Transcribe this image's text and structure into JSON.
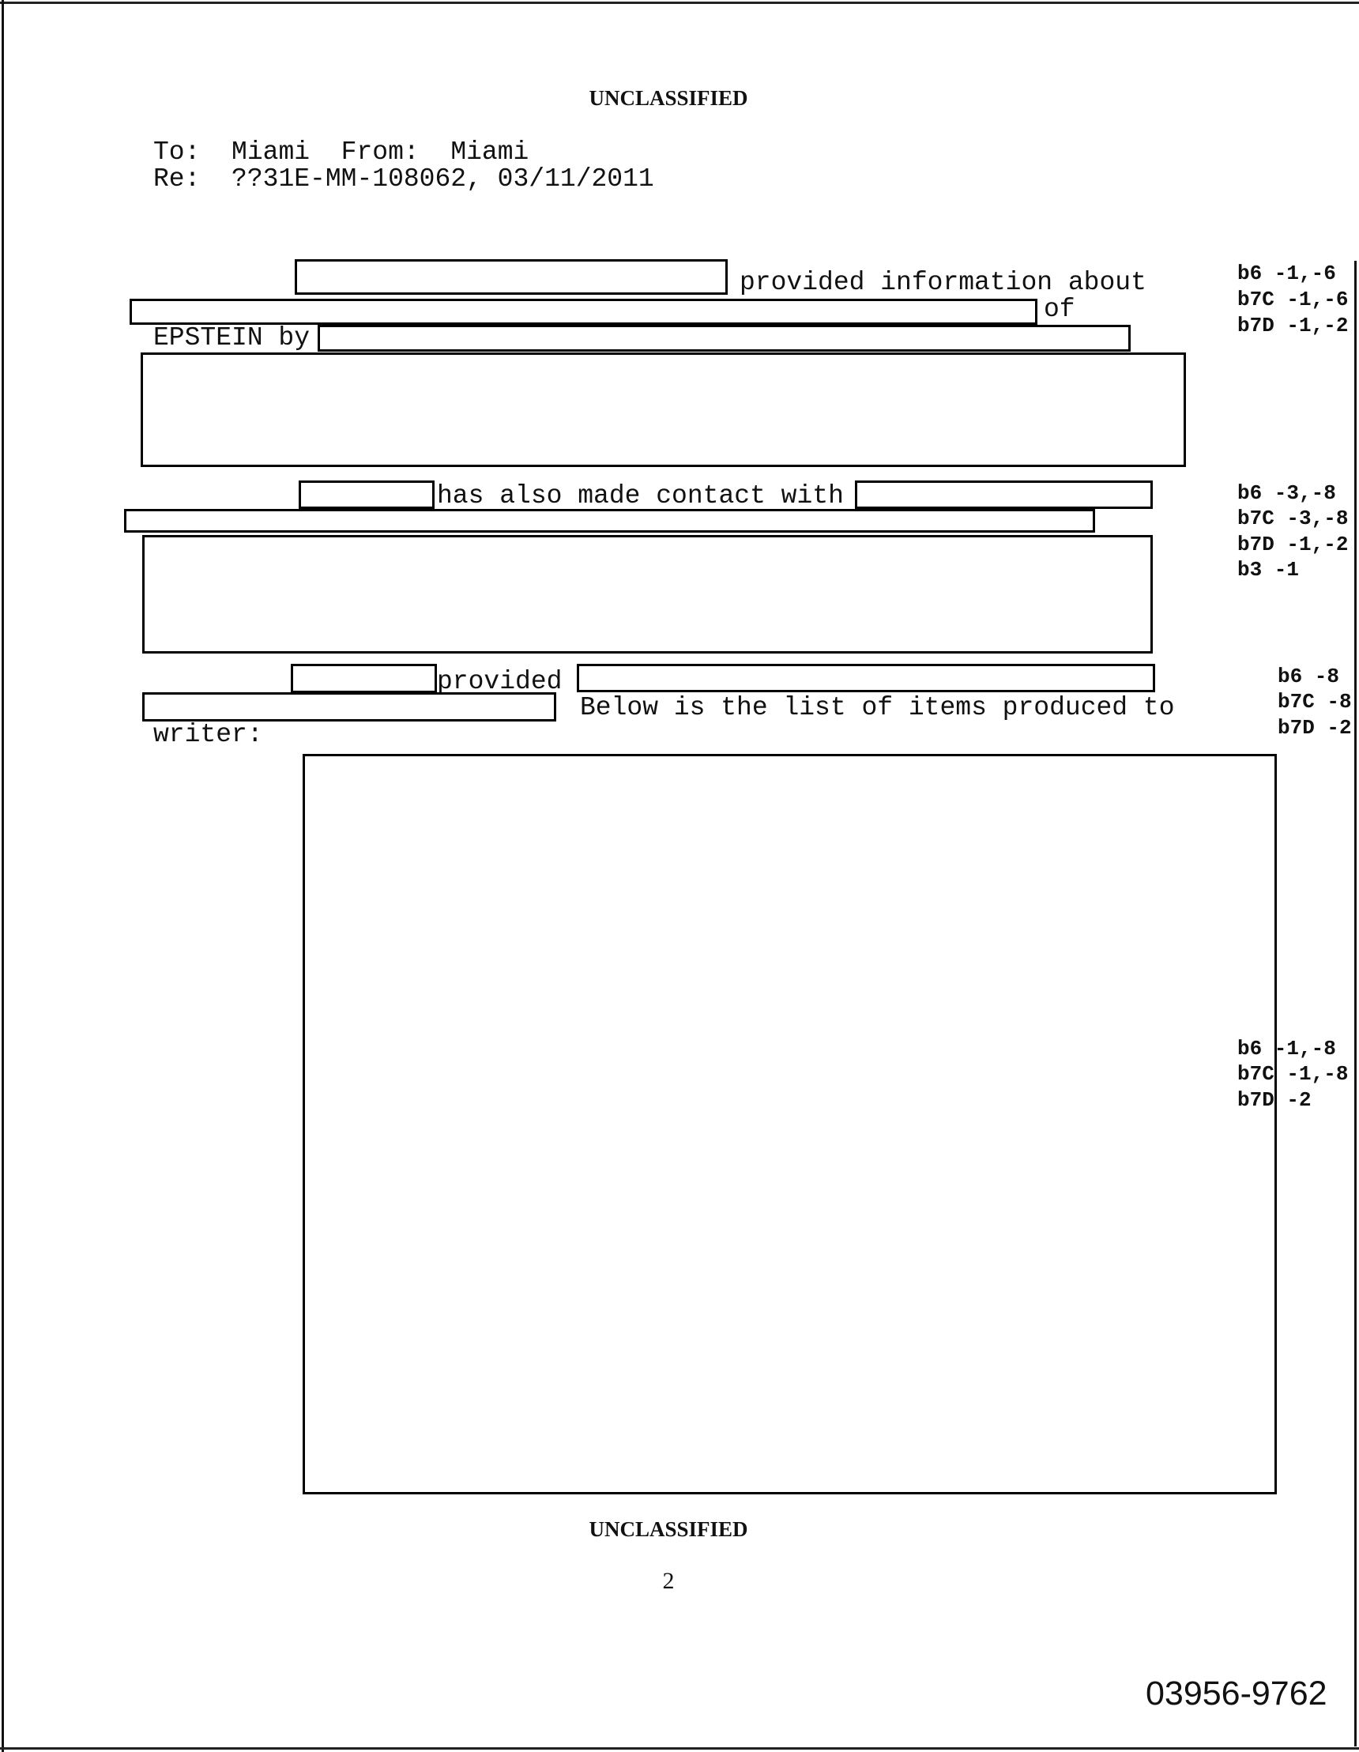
{
  "header": {
    "classification": "UNCLASSIFIED"
  },
  "memo": {
    "to_label": "To:",
    "to_value": "Miami",
    "from_label": "From:",
    "from_value": "Miami",
    "re_label": "Re:",
    "re_value": "??31E-MM-108062, 03/11/2011"
  },
  "body": {
    "p1_text1": "provided information about",
    "p1_text2": "of",
    "p1_text3": "EPSTEIN by",
    "p2_text1": "has also made contact with",
    "p3_text1": "provided",
    "p3_text2": "Below is the list of items produced to",
    "p3_text3": "writer:"
  },
  "exemptions": [
    [
      "b6 -1,-6",
      "b7C -1,-6",
      "b7D -1,-2"
    ],
    [
      "b6 -3,-8",
      "b7C -3,-8",
      "b7D -1,-2",
      "b3 -1"
    ],
    [
      "b6 -8",
      "b7C -8",
      "b7D -2"
    ],
    [
      "b6 -1,-8",
      "b7C -1,-8",
      "b7D -2"
    ]
  ],
  "footer": {
    "classification": "UNCLASSIFIED",
    "page_number": "2",
    "bates_number": "03956-9762"
  }
}
